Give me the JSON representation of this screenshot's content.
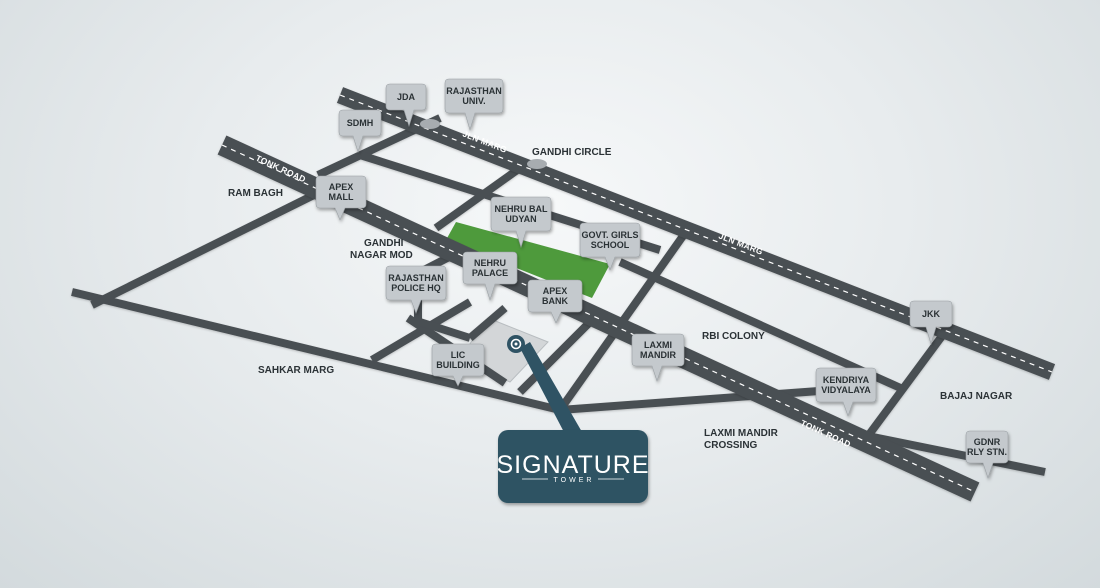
{
  "roads": {
    "tonk_road_1": "TONK ROAD",
    "tonk_road_2": "TONK ROAD",
    "jln_marg_1": "JLN MARG",
    "jln_marg_2": "JLN MARG"
  },
  "areas": {
    "ram_bagh": "RAM BAGH",
    "gandhi_circle": "GANDHI CIRCLE",
    "gandhi_nagar_mod_1": "GANDHI",
    "gandhi_nagar_mod_2": "NAGAR MOD",
    "rbi_colony": "RBI COLONY",
    "sahkar_marg": "SAHKAR MARG",
    "bajaj_nagar": "BAJAJ NAGAR",
    "laxmi_mandir_crossing_1": "LAXMI MANDIR",
    "laxmi_mandir_crossing_2": "CROSSING"
  },
  "pins": {
    "jda": [
      "JDA"
    ],
    "rajasthan_univ": [
      "RAJASTHAN",
      "UNIV."
    ],
    "sdmh": [
      "SDMH"
    ],
    "apex_mall": [
      "APEX",
      "MALL"
    ],
    "nehru_bal_udyan": [
      "NEHRU BAL",
      "UDYAN"
    ],
    "govt_girls_school": [
      "GOVT. GIRLS",
      "SCHOOL"
    ],
    "rajasthan_police_hq": [
      "RAJASTHAN",
      "POLICE HQ"
    ],
    "nehru_palace": [
      "NEHRU",
      "PALACE"
    ],
    "apex_bank": [
      "APEX",
      "BANK"
    ],
    "lic_building": [
      "LIC",
      "BUILDING"
    ],
    "laxmi_mandir": [
      "LAXMI",
      "MANDIR"
    ],
    "jkk": [
      "JKK"
    ],
    "kendriya_vidyalaya": [
      "KENDRIYA",
      "VIDYALAYA"
    ],
    "gdnr_rly_stn": [
      "GDNR",
      "RLY STN."
    ]
  },
  "logo": {
    "title": "SIGNATURE",
    "subtitle": "TOWER"
  },
  "colors": {
    "road": "#4a4f53",
    "road_dash": "#ffffff",
    "park": "#4e9a3c",
    "pin_bg": "#c4c9cd",
    "logo_bg": "#2f5364",
    "plot": "#d3d6d8"
  }
}
